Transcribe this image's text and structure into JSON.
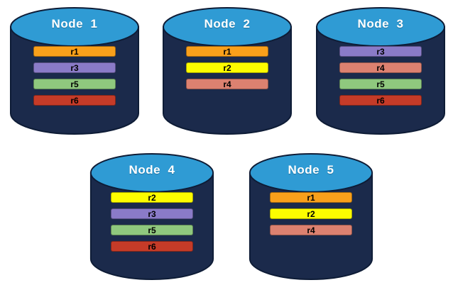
{
  "colors": {
    "background": "#FFFFFF",
    "cylinder_body": "#1B2A4B",
    "cylinder_border": "#0E1C36",
    "cylinder_top": "#2F9BD4",
    "title_text": "#FFFFFF",
    "bar_label_text": "#000000",
    "replicas": {
      "r1": "#F9A01B",
      "r2": "#FDFD00",
      "r3": "#8A7BC8",
      "r4": "#DC8170",
      "r5": "#8FC87E",
      "r6": "#C53B28"
    }
  },
  "nodes": [
    {
      "title": "Node  1",
      "replicas": [
        "r1",
        "r3",
        "r5",
        "r6"
      ]
    },
    {
      "title": "Node  2",
      "replicas": [
        "r1",
        "r2",
        "r4"
      ]
    },
    {
      "title": "Node  3",
      "replicas": [
        "r3",
        "r4",
        "r5",
        "r6"
      ]
    },
    {
      "title": "Node  4",
      "replicas": [
        "r2",
        "r3",
        "r5",
        "r6"
      ]
    },
    {
      "title": "Node  5",
      "replicas": [
        "r1",
        "r2",
        "r4"
      ]
    }
  ]
}
